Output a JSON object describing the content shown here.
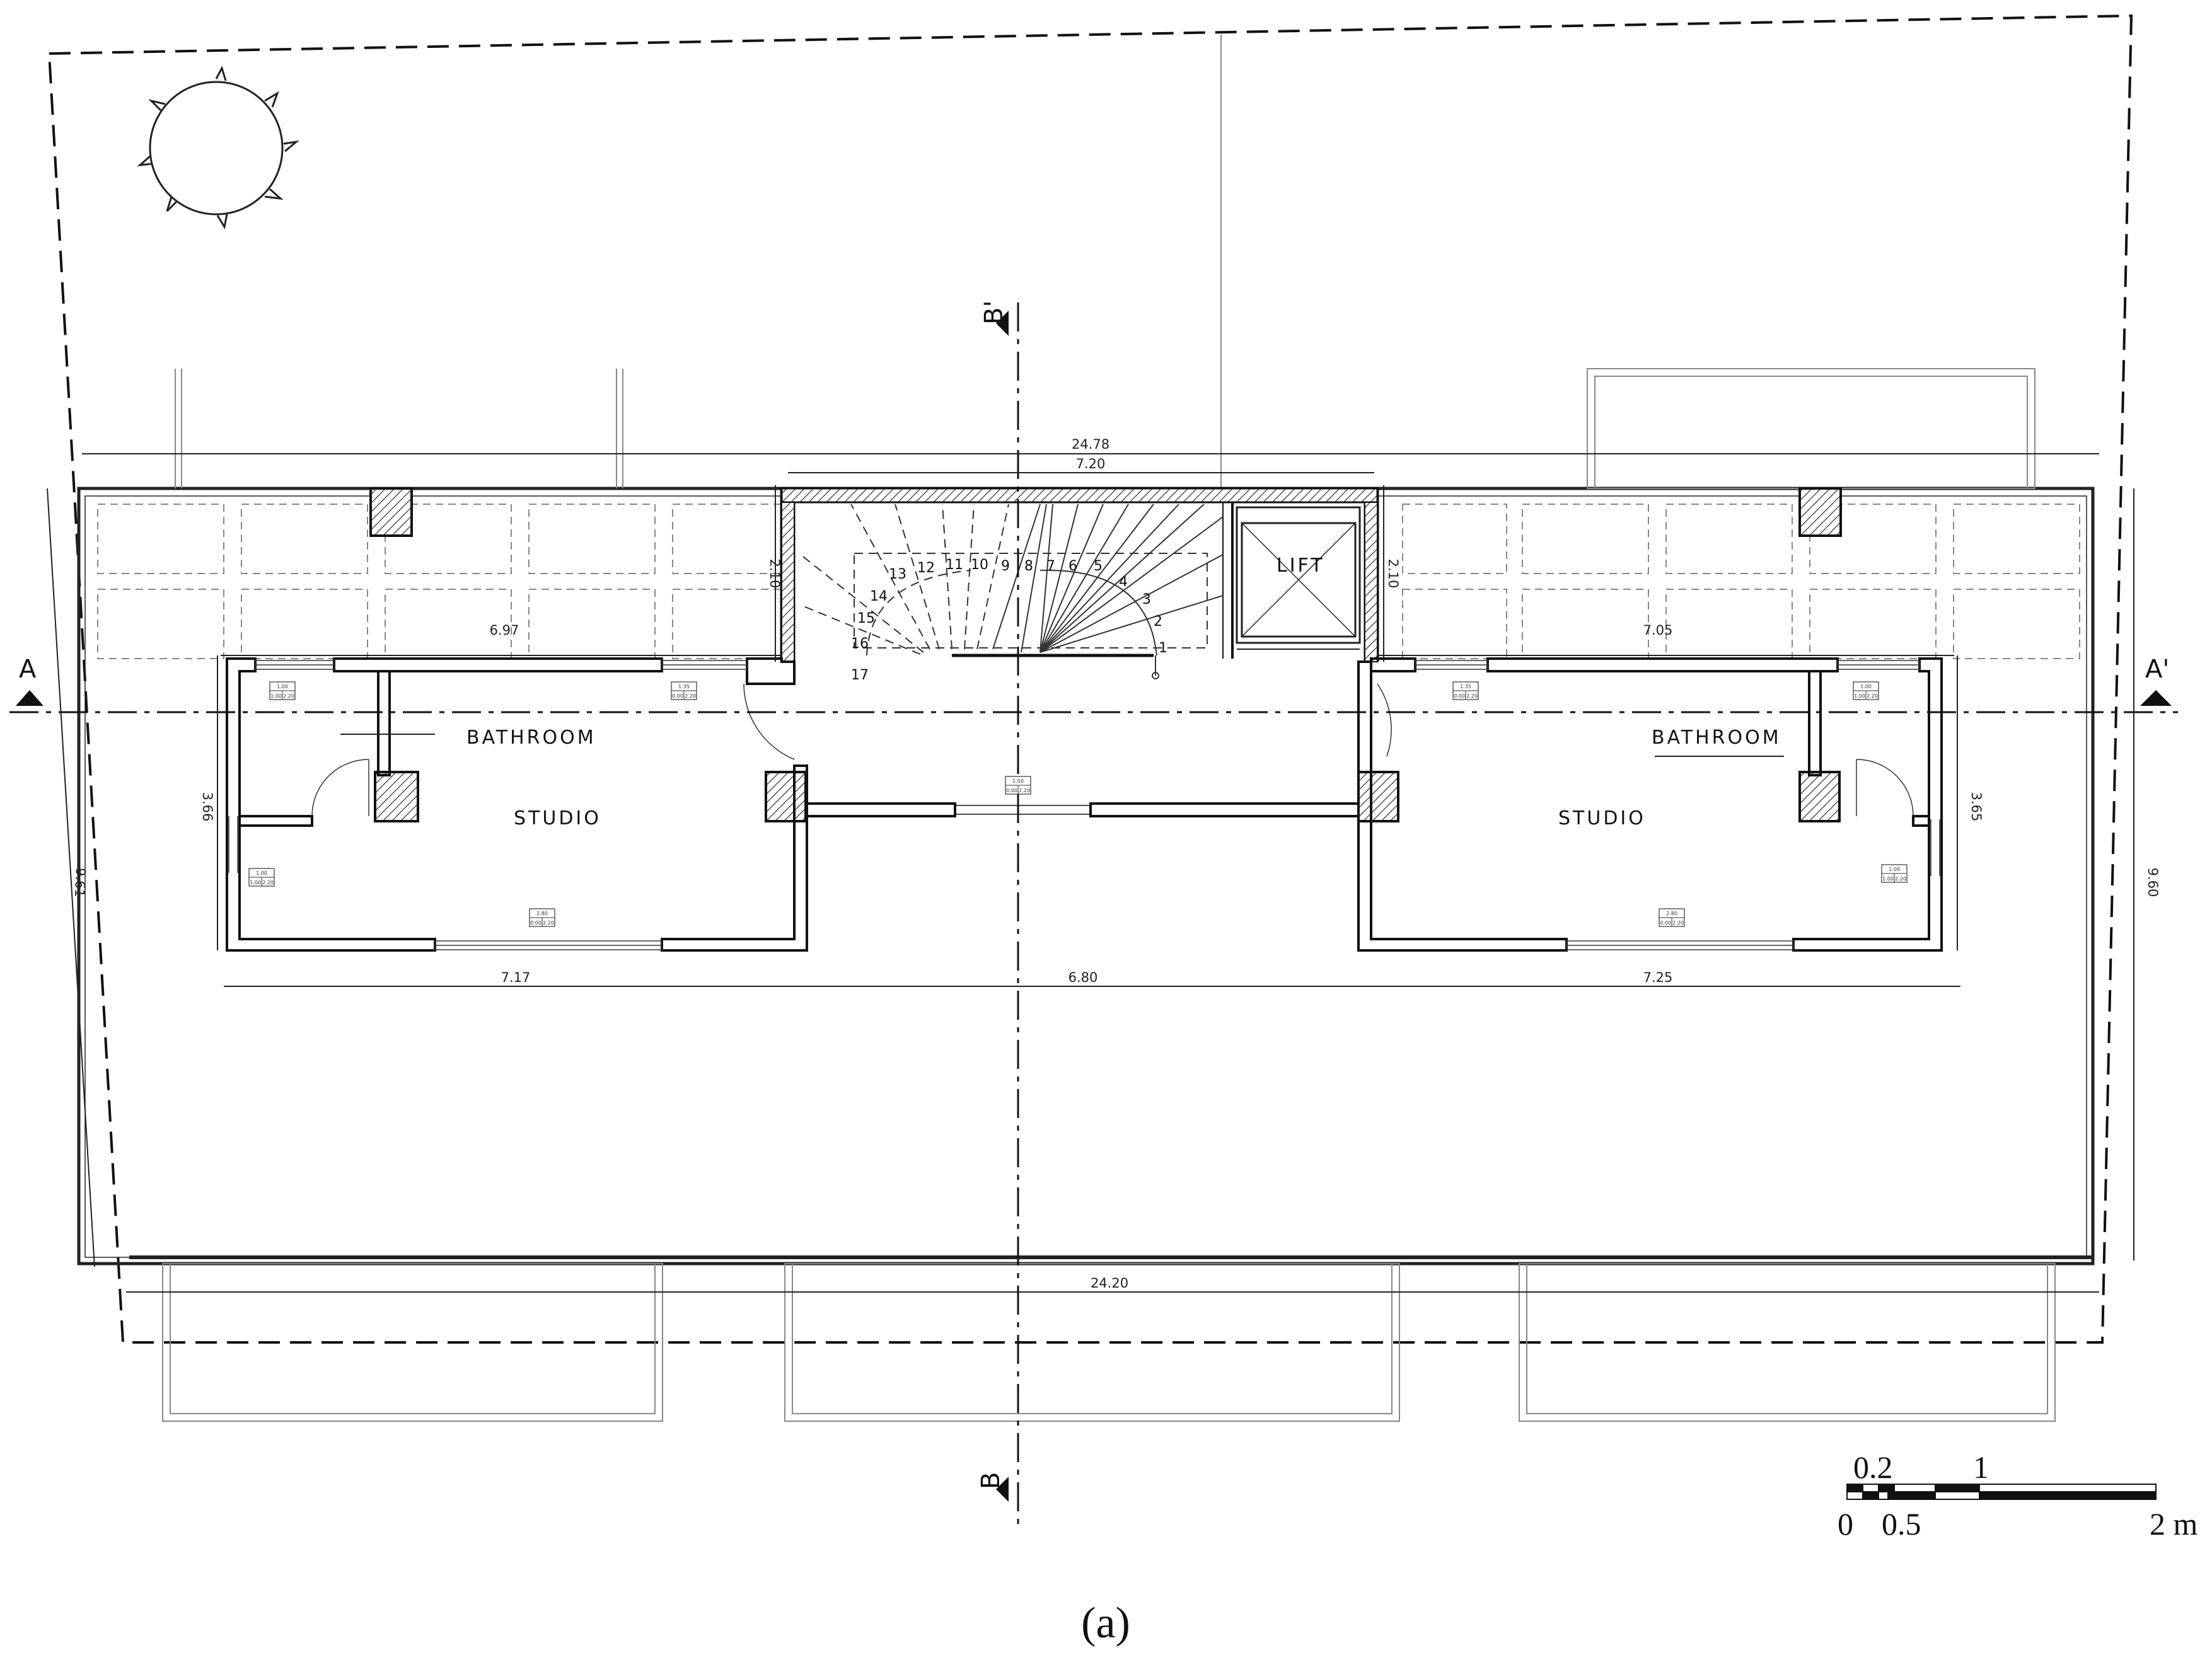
{
  "rooms": {
    "left_bathroom": "BATHROOM",
    "left_studio": "STUDIO",
    "right_bathroom": "BATHROOM",
    "right_studio": "STUDIO",
    "lift": "LIFT"
  },
  "dimensions": {
    "top_width": "24.78",
    "stair_width": "7.20",
    "left_stair_depth": "2.10",
    "right_stair_depth": "2.10",
    "left_top": "6.97",
    "right_top": "7.05",
    "left_depth": "3.66",
    "right_depth": "3.65",
    "left_plot_depth": "9.61",
    "right_plot_depth": "9.60",
    "bottom_left": "7.17",
    "bottom_mid": "6.80",
    "bottom_right": "7.25",
    "bottom_width": "24.20"
  },
  "windows": [
    {
      "id": "w1",
      "w": "1.00",
      "a": "1.00",
      "b": "2.20"
    },
    {
      "id": "w2",
      "w": "1.35",
      "a": "0.00",
      "b": "2.20"
    },
    {
      "id": "w3",
      "w": "1.00",
      "a": "1.00",
      "b": "2.20"
    },
    {
      "id": "w4",
      "w": "2.80",
      "a": "0.00",
      "b": "2.20"
    },
    {
      "id": "w5",
      "w": "1.50",
      "a": "0.00",
      "b": "2.20"
    },
    {
      "id": "w6",
      "w": "1.35",
      "a": "0.00",
      "b": "2.20"
    },
    {
      "id": "w7",
      "w": "1.00",
      "a": "1.00",
      "b": "2.20"
    },
    {
      "id": "w8",
      "w": "1.00",
      "a": "1.00",
      "b": "2.20"
    },
    {
      "id": "w9",
      "w": "2.80",
      "a": "0.00",
      "b": "2.20"
    }
  ],
  "stairs": [
    "1",
    "2",
    "3",
    "4",
    "5",
    "6",
    "7",
    "8",
    "9",
    "10",
    "11",
    "12",
    "13",
    "14",
    "15",
    "16",
    "17"
  ],
  "sections": {
    "a": "A",
    "a_prime": "A'",
    "b": "B",
    "b_prime": "B'"
  },
  "scale_bar": {
    "l0": "0",
    "l02": "0.2",
    "l05": "0.5",
    "l1": "1",
    "l2": "2 m"
  },
  "caption": "(a)"
}
